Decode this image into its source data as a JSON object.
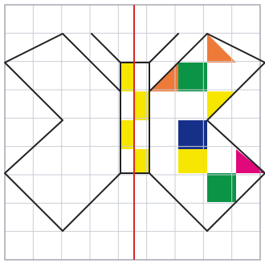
{
  "colors": {
    "background": "#ffffff",
    "grid": "#c9ced6",
    "frame": "#8c939c",
    "outline": "#222222",
    "symmetry_axis": "#d7262b",
    "yellow": "#f7e600",
    "orange": "#ee7a3a",
    "green": "#0c9446",
    "navy": "#16308a",
    "magenta": "#e0087a"
  },
  "grid": {
    "cols": 9,
    "rows": 9
  },
  "figure": {
    "type": "butterfly-symmetry-puzzle",
    "left_half_colored": false,
    "body_column_pattern": [
      "yellow",
      "white",
      "yellow",
      "white",
      "yellow",
      "white",
      "yellow"
    ],
    "right_wing_cells": [
      {
        "color": "orange",
        "shape": "triangle-upper"
      },
      {
        "color": "orange",
        "shape": "triangle-lower-left"
      },
      {
        "color": "green",
        "shape": "square"
      },
      {
        "color": "yellow",
        "shape": "triangle-right"
      },
      {
        "color": "navy",
        "shape": "square"
      },
      {
        "color": "yellow",
        "shape": "square"
      },
      {
        "color": "magenta",
        "shape": "triangle-tip"
      },
      {
        "color": "green",
        "shape": "square"
      }
    ]
  }
}
